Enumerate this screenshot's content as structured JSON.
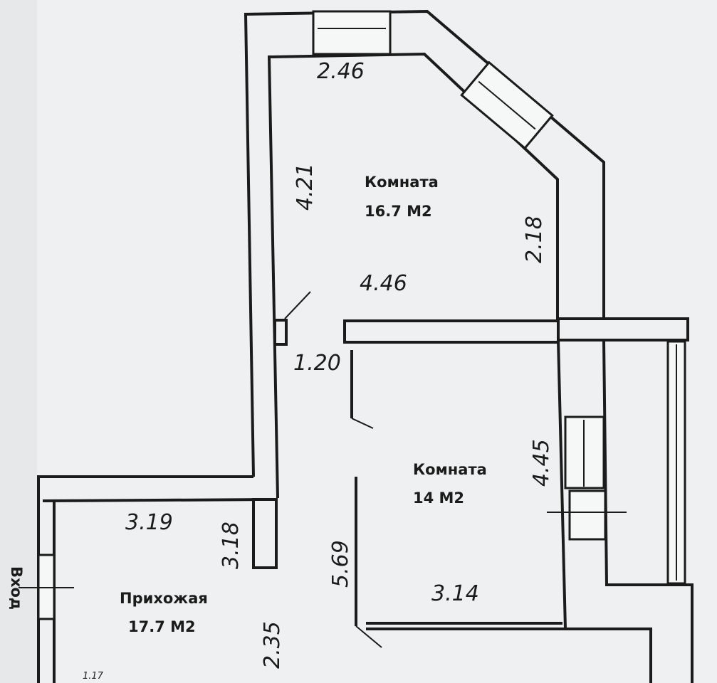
{
  "rooms": [
    {
      "name": "Комната",
      "area": "16.7 М2"
    },
    {
      "name": "Комната",
      "area": "14 М2"
    },
    {
      "name": "Прихожая",
      "area": "17.7 М2"
    }
  ],
  "dimensions": {
    "room1_top": "2.46",
    "room1_left": "4.21",
    "room1_right": "2.18",
    "room1_bottom": "4.46",
    "door_width": "1.20",
    "room2_right": "4.45",
    "room2_left": "5.69",
    "room2_bottom": "3.14",
    "hall_top": "3.19",
    "hall_side": "3.18",
    "hall_lower": "2.35",
    "hall_small": "1.17"
  },
  "entrance_label": "Вход",
  "colors": {
    "background": "#eef0f1",
    "lines": "#1b1b1b"
  }
}
